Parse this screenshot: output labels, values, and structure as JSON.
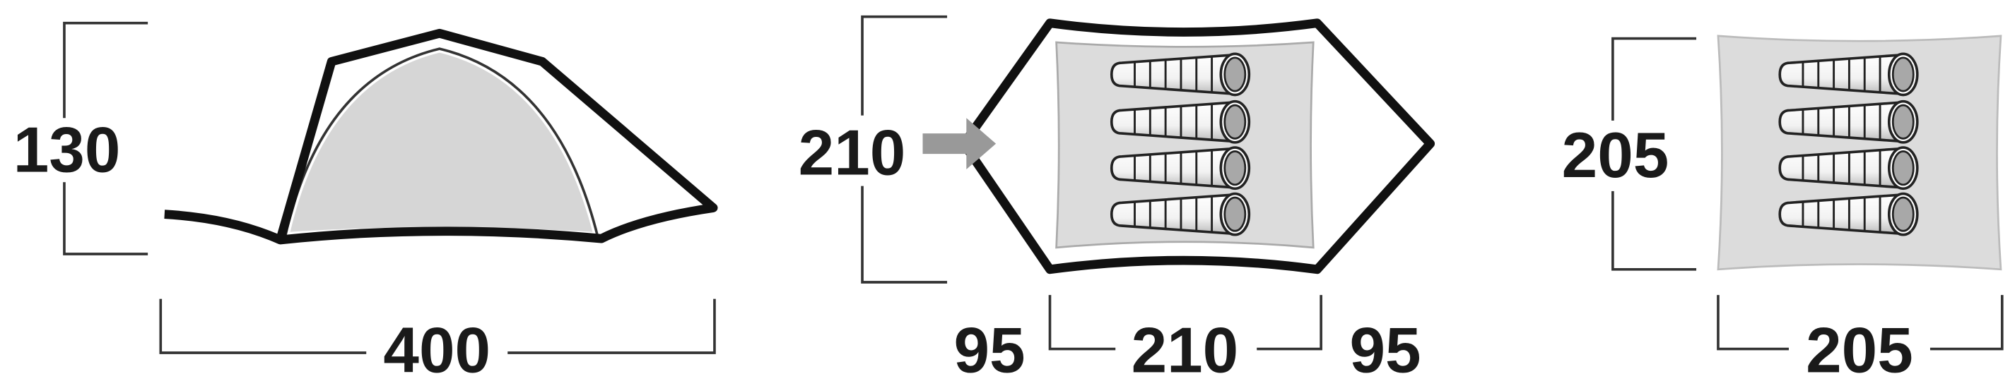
{
  "side_view": {
    "height_label": "130",
    "length_label": "400"
  },
  "top_view": {
    "width_label": "210",
    "vestibule_left_label": "95",
    "inner_length_label": "210",
    "vestibule_right_label": "95",
    "sleeping_places": 4
  },
  "inner_tent_view": {
    "width_label": "205",
    "length_label": "205",
    "sleeping_places": 4
  },
  "colors": {
    "outline": "#111111",
    "floor": "#dcdcdc",
    "arrow": "#999999"
  }
}
